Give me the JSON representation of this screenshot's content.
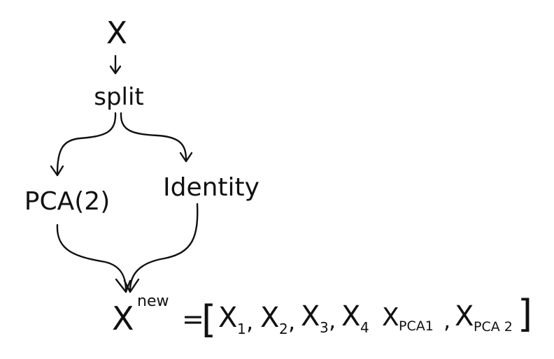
{
  "nodes": {
    "input": "X",
    "split": "split",
    "pca": "PCA(2)",
    "identity": "Identity"
  },
  "output": {
    "symbol": "X",
    "superscript": "new",
    "equals": "=",
    "open_bracket": "[",
    "close_bracket": "]",
    "terms": [
      {
        "base": "X",
        "sub": "1",
        "sep": ","
      },
      {
        "base": "X",
        "sub": "2",
        "sep": ","
      },
      {
        "base": "X",
        "sub": "3",
        "sep": ","
      },
      {
        "base": "X",
        "sub": "4",
        "sep": ""
      },
      {
        "base": "X",
        "sub": "PCA1",
        "sep": ","
      },
      {
        "base": "X",
        "sub": "PCA 2",
        "sep": ""
      }
    ]
  }
}
